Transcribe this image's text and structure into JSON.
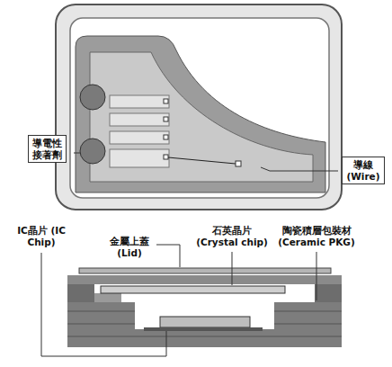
{
  "diagram": {
    "labels": [
      "導電性 接著劑",
      "導線 (Wire)",
      "IC晶片 (IC Chip)",
      "金屬上蓋 (Lid)",
      "石英晶片 (Crystal chip)",
      "陶瓷積層包裝材 (Ceramic PKG)"
    ]
  }
}
